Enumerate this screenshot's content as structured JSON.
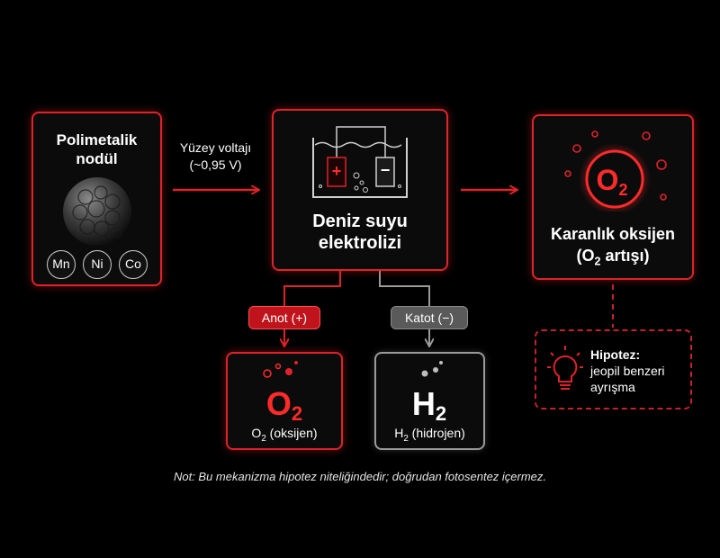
{
  "nodule": {
    "title_line1": "Polimetalik",
    "title_line2": "nodül",
    "metals": [
      "Mn",
      "Ni",
      "Co"
    ]
  },
  "voltage": {
    "line1": "Yüzey voltajı",
    "line2": "(~0,95 V)"
  },
  "electrolysis": {
    "title_line1": "Deniz suyu",
    "title_line2": "elektrolizi",
    "plus": "+",
    "minus": "−"
  },
  "dark_oxygen": {
    "symbol": "O",
    "symbol_sub": "2",
    "title_line1": "Karanlık oksijen",
    "title_prefix": "(O",
    "title_sub": "2",
    "title_suffix": " artışı)"
  },
  "anode": {
    "label": "Anot (+)",
    "symbol": "O",
    "symbol_sub": "2",
    "caption_prefix": "O",
    "caption_sub": "2",
    "caption_suffix": " (oksijen)"
  },
  "cathode": {
    "label": "Katot (−)",
    "symbol": "H",
    "symbol_sub": "2",
    "caption_prefix": "H",
    "caption_sub": "2",
    "caption_suffix": " (hidrojen)"
  },
  "hypothesis": {
    "title": "Hipotez:",
    "line1": "jeopil benzeri",
    "line2": "ayrışma"
  },
  "footnote": "Not: Bu mekanizma hipotez niteliğindedir; doğrudan fotosentez içermez.",
  "colors": {
    "accent_red": "#e0222a",
    "bright_red": "#ff2a2a",
    "gray": "#9a9a9a",
    "background": "#000000"
  },
  "icons": [
    "nodule-sphere-icon",
    "beaker-electrodes-icon",
    "bubbles-icon",
    "lightbulb-icon",
    "arrow-right-icon",
    "arrow-down-icon"
  ]
}
